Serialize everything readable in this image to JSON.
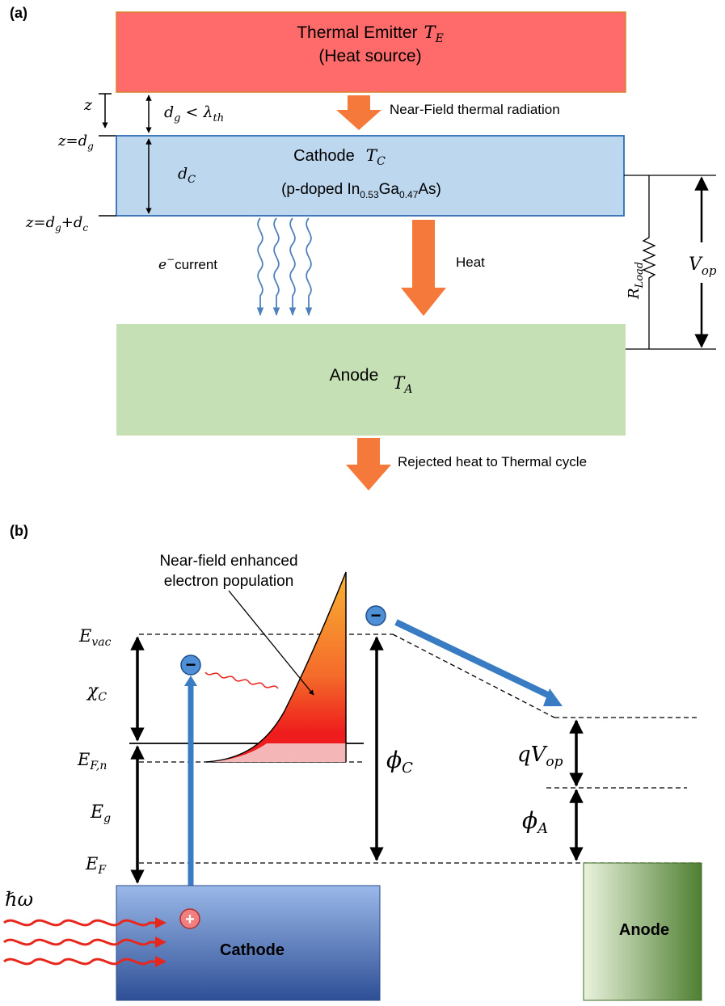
{
  "panel_a": {
    "label": "(a)",
    "emitter": {
      "line1": "Thermal Emitter",
      "temp_sym": "T",
      "temp_sub": "E",
      "line2": "(Heat source)",
      "fill": "#ff6b6b",
      "stroke": "#d9822b"
    },
    "z_label": "z",
    "gap_label": {
      "d": "d",
      "g": "g",
      "lt": " < ",
      "lambda": "λ",
      "th": "th"
    },
    "nf_radiation": "Near-Field thermal radiation",
    "z_dg": {
      "z": "z=d",
      "g": "g"
    },
    "cathode": {
      "title": "Cathode",
      "temp_sym": "T",
      "temp_sub": "C",
      "material_pre": "(p-doped In",
      "sub1": "0.53",
      "mid": "Ga",
      "sub2": "0.47",
      "material_post": "As)",
      "fill": "#bdd7ee",
      "stroke": "#2e6eb5"
    },
    "dc_label": {
      "d": "d",
      "c": "C"
    },
    "z_dgdc": {
      "z": "z=d",
      "g": "g",
      "plus": "+d",
      "c": "c"
    },
    "e_current": {
      "e": "e",
      "sup": "−",
      "text": "current"
    },
    "heat": "Heat",
    "r_load": {
      "R": "R",
      "sub": "Load"
    },
    "v_op": {
      "V": "V",
      "sub": "op"
    },
    "anode": {
      "title": "Anode",
      "temp_sym": "T",
      "temp_sub": "A",
      "fill": "#c5e0b4"
    },
    "rejected_heat": "Rejected heat to Thermal cycle",
    "arrow_color": "#f4793b",
    "wave_color": "#4f81bd"
  },
  "panel_b": {
    "label": "(b)",
    "annotation_line1": "Near-field enhanced",
    "annotation_line2": "electron population",
    "e_vac": {
      "E": "E",
      "sub": "vac"
    },
    "chi_c": {
      "chi": "χ",
      "sub": "C"
    },
    "e_fn": {
      "E": "E",
      "sub": "F,n"
    },
    "e_g": {
      "E": "E",
      "sub": "g"
    },
    "e_f": {
      "E": "E",
      "sub": "F"
    },
    "phi_c": {
      "phi": "ϕ",
      "sub": "C"
    },
    "q_vop": {
      "q": "qV",
      "sub": "op"
    },
    "phi_a": {
      "phi": "ϕ",
      "sub": "A"
    },
    "hbar_omega": "ℏω",
    "cathode_label": "Cathode",
    "anode_label": "Anode",
    "minus_sign": "−",
    "plus_sign": "+",
    "electron_color": "#4f8fd6",
    "hole_color": "#f08080",
    "photon_color": "#e8261c",
    "transport_color": "#3a7cc4"
  }
}
